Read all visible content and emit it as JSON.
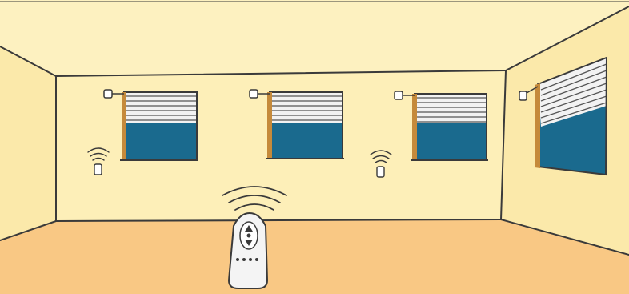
{
  "scene": {
    "description_visible_text": "",
    "windows": [
      {
        "shutter": "partially-closed",
        "open_fraction": 0.5
      },
      {
        "shutter": "partially-closed",
        "open_fraction": 0.5
      },
      {
        "shutter": "partially-closed",
        "open_fraction": 0.5
      },
      {
        "shutter": "partially-closed",
        "open_fraction": 0.5
      }
    ],
    "remote": {
      "buttons_up_down": 2,
      "dots": 4
    },
    "colors": {
      "wall": "#fdefb8",
      "wall_side": "#fbe9aa",
      "ceiling": "#fdf1c0",
      "floor": "#f9c884",
      "outline": "#3a3a3a",
      "glass": "#1a6a8e",
      "slat": "#f2f2f2",
      "remote": "#f4f4f4"
    }
  }
}
